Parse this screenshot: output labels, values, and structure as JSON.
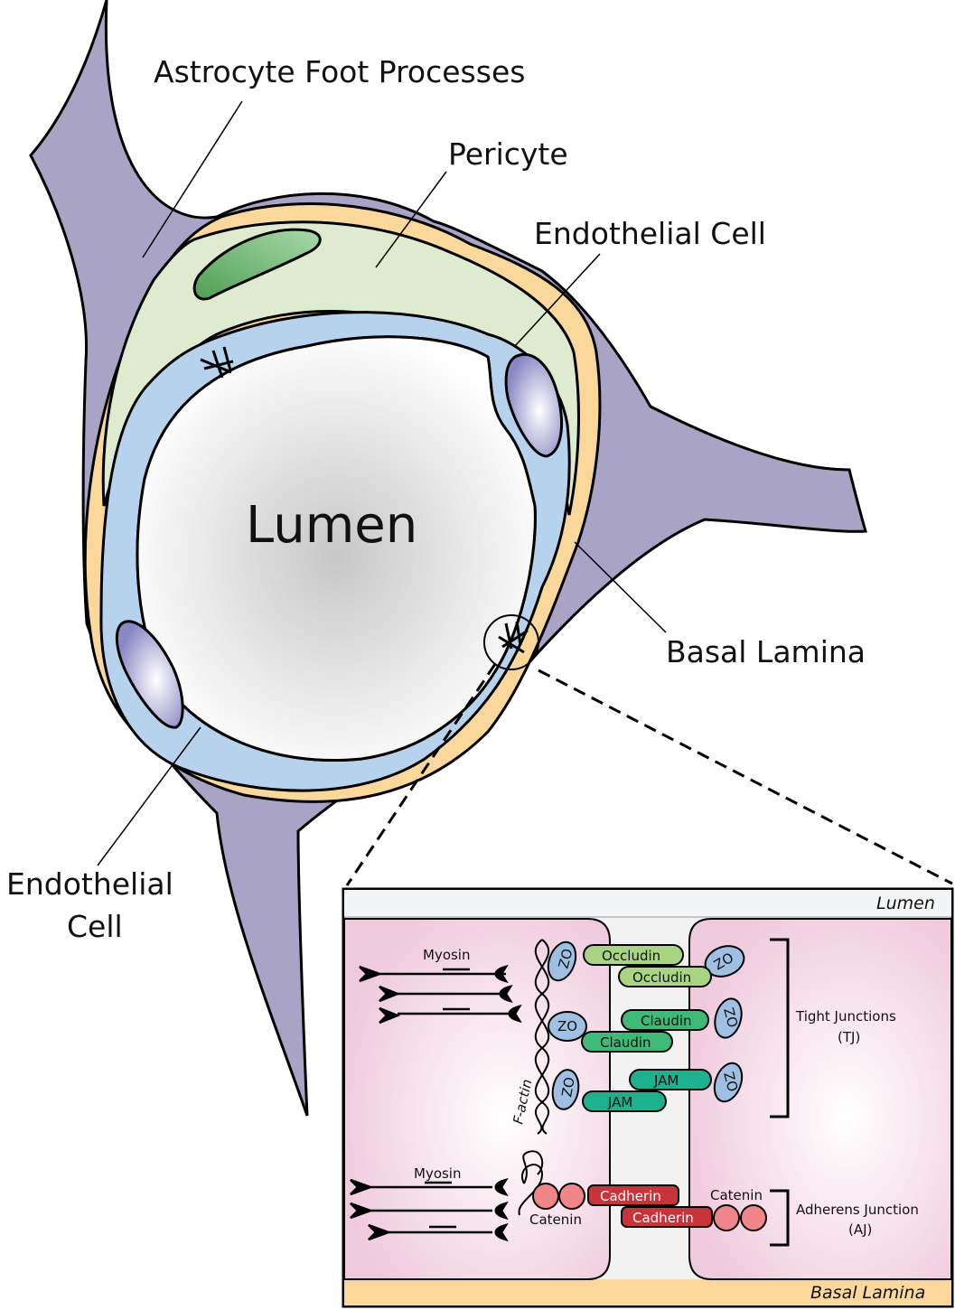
{
  "labels": {
    "astrocyte": "Astrocyte Foot Processes",
    "pericyte": "Pericyte",
    "endothelial_top": "Endothelial Cell",
    "basal_lamina": "Basal Lamina",
    "endothelial_bottom_line1": "Endothelial",
    "endothelial_bottom_line2": "Cell",
    "lumen": "Lumen"
  },
  "inset": {
    "lumen": "Lumen",
    "basal_lamina": "Basal Lamina",
    "myosin_top": "Myosin",
    "myosin_bottom": "Myosin",
    "f_actin": "F-actin",
    "zo": "ZO",
    "occludin": "Occludin",
    "claudin": "Claudin",
    "jam": "JAM",
    "cadherin": "Cadherin",
    "catenin": "Catenin",
    "tight_junctions_line1": "Tight Junctions",
    "tight_junctions_line2": "(TJ)",
    "adherens_line1": "Adherens Junction",
    "adherens_line2": "(AJ)"
  },
  "colors": {
    "astrocyte": "#a9a3c5",
    "basal_lamina": "#fad79a",
    "pericyte": "#deebcf",
    "endothelial": "#b7d2ec",
    "nucleus_green": "#58a85c",
    "nucleus_purple": "#8a88c4",
    "cell_pink": "#f2cfe0",
    "zo": "#9fc0e3",
    "occludin": "#a9d582",
    "claudin": "#3fb978",
    "jam": "#1fb08e",
    "cadherin": "#c9333a",
    "catenin": "#f0868a"
  }
}
